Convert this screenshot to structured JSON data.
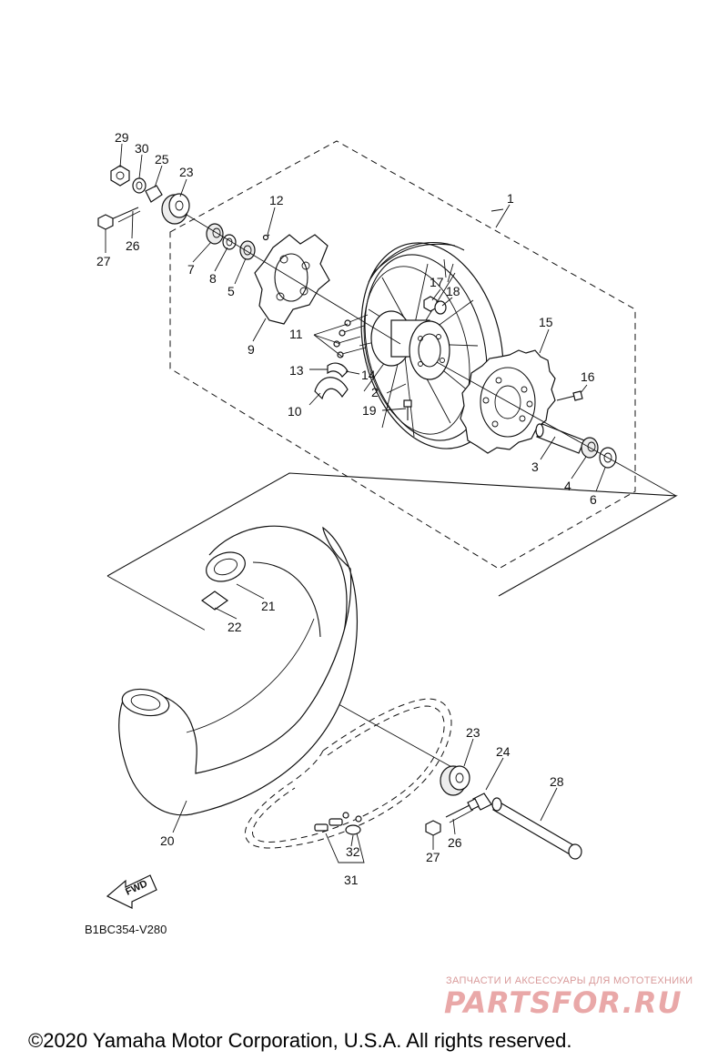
{
  "diagram": {
    "part_numbers": {
      "p1": "1",
      "p2": "2",
      "p3": "3",
      "p4": "4",
      "p5": "5",
      "p6": "6",
      "p7": "7",
      "p8": "8",
      "p9": "9",
      "p10": "10",
      "p11": "11",
      "p12": "12",
      "p13": "13",
      "p14": "14",
      "p15": "15",
      "p16": "16",
      "p17": "17",
      "p18": "18",
      "p19": "19",
      "p20": "20",
      "p21": "21",
      "p22": "22",
      "p23a": "23",
      "p23b": "23",
      "p24": "24",
      "p25": "25",
      "p26a": "26",
      "p26b": "26",
      "p27a": "27",
      "p27b": "27",
      "p28": "28",
      "p29": "29",
      "p30": "30",
      "p31": "31",
      "p32": "32"
    },
    "fwd_label": "FWD",
    "figure_code": "B1BC354-V280"
  },
  "watermark": {
    "subtitle": "ЗАПЧАСТИ И АКСЕССУАРЫ ДЛЯ МОТОТЕХНИКИ",
    "brand": "PARTSFOR.RU"
  },
  "footer": {
    "copyright": "©2020 Yamaha Motor Corporation, U.S.A. All rights reserved."
  },
  "colors": {
    "line": "#111111",
    "watermark": "#e9a8a8",
    "background": "#ffffff"
  }
}
